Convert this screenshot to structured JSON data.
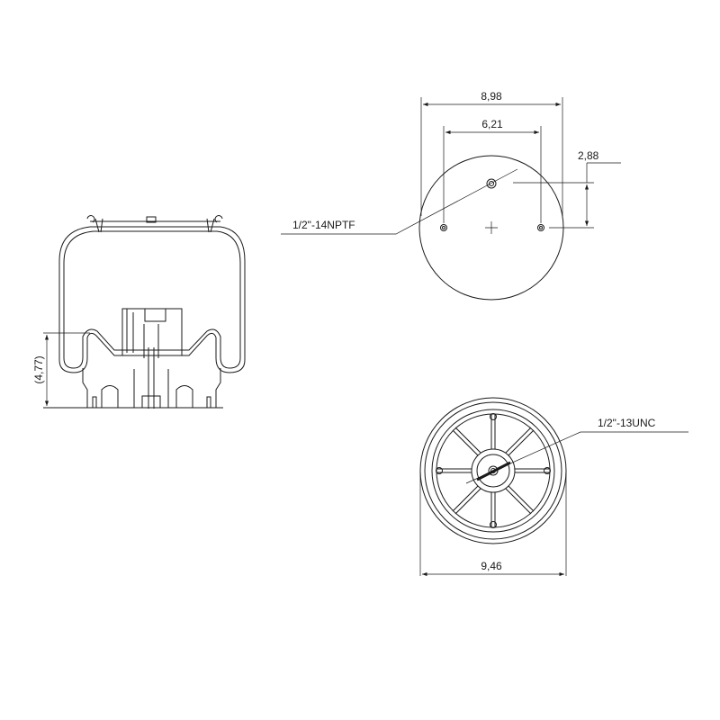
{
  "dimensions": {
    "top_width": "8,98",
    "hole_spacing": "6,21",
    "port_offset": "2,88",
    "port_thread": "1/2\"-14NPTF",
    "height": "(4,77)",
    "bottom_thread": "1/2\"-13UNC",
    "bottom_width": "9,46"
  }
}
